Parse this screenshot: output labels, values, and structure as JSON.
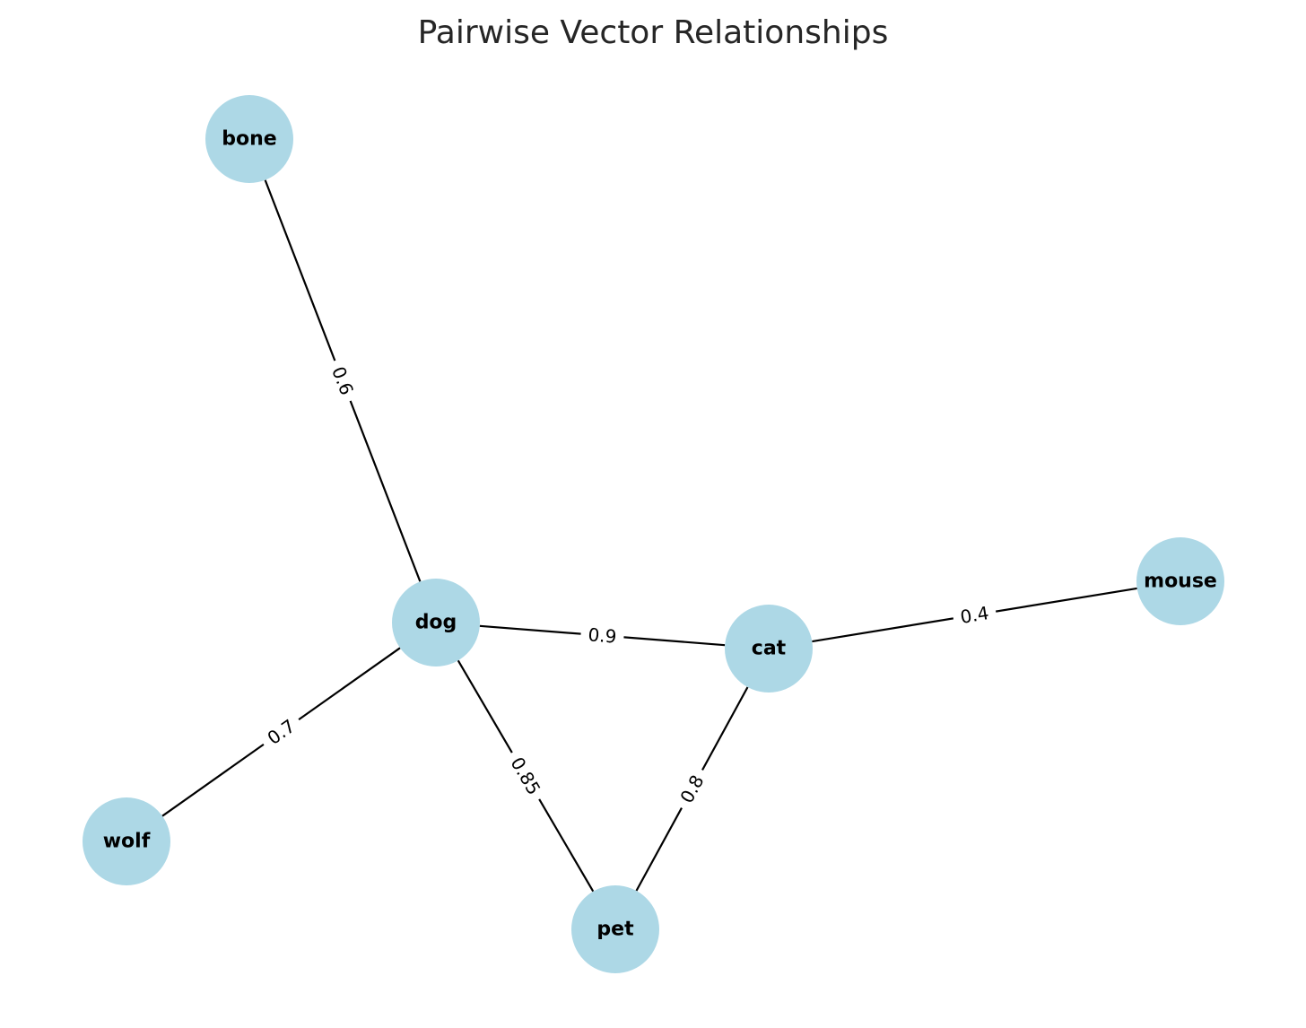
{
  "title": "Pairwise Vector Relationships",
  "colors": {
    "node_fill": "#add8e6",
    "edge": "#000000",
    "title": "#262626"
  },
  "graph": {
    "nodes": [
      {
        "id": "bone",
        "label": "bone"
      },
      {
        "id": "dog",
        "label": "dog"
      },
      {
        "id": "cat",
        "label": "cat"
      },
      {
        "id": "mouse",
        "label": "mouse"
      },
      {
        "id": "wolf",
        "label": "wolf"
      },
      {
        "id": "pet",
        "label": "pet"
      }
    ],
    "edges": [
      {
        "source": "dog",
        "target": "bone",
        "weight": "0.6"
      },
      {
        "source": "dog",
        "target": "cat",
        "weight": "0.9"
      },
      {
        "source": "cat",
        "target": "mouse",
        "weight": "0.4"
      },
      {
        "source": "dog",
        "target": "wolf",
        "weight": "0.7"
      },
      {
        "source": "dog",
        "target": "pet",
        "weight": "0.85"
      },
      {
        "source": "cat",
        "target": "pet",
        "weight": "0.8"
      }
    ]
  }
}
